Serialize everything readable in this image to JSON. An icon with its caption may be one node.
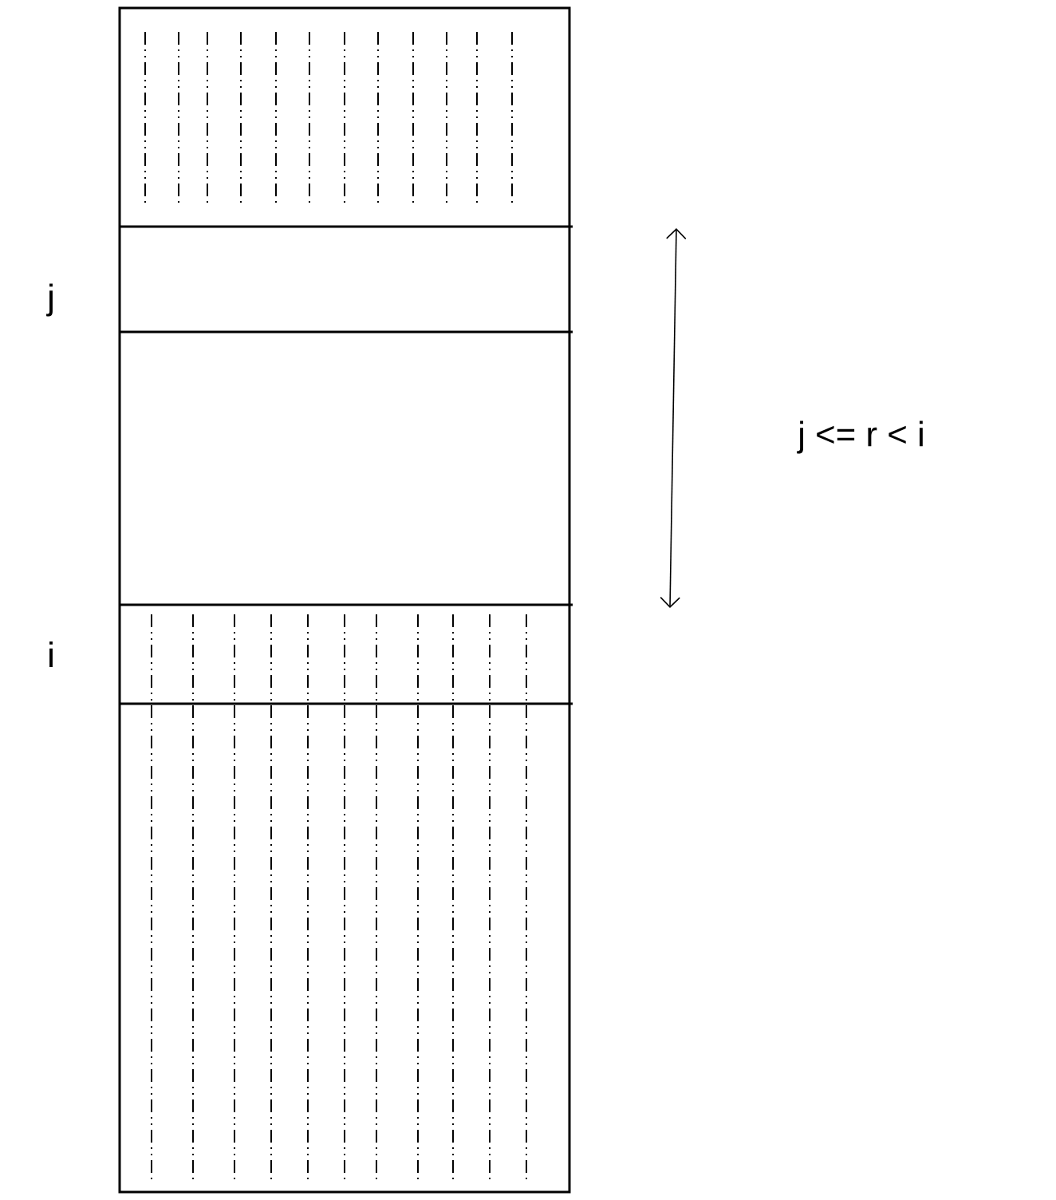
{
  "diagram": {
    "labels": [
      "j",
      "i",
      "j <= r < i"
    ]
  }
}
